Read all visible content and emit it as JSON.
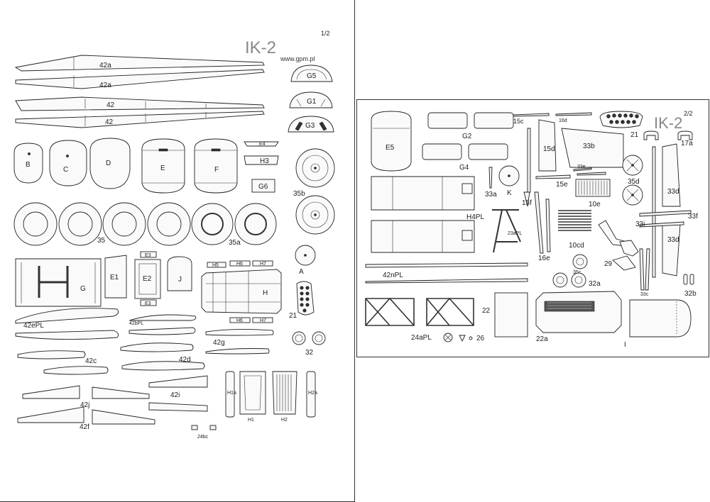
{
  "sheet1": {
    "title": "IK-2",
    "page": "1/2",
    "url": "www.gpm.pl",
    "labels": {
      "p42a_1": "42a",
      "p42a_2": "42a",
      "p42_1": "42",
      "p42_2": "42",
      "G5": "G5",
      "G1": "G1",
      "G3": "G3",
      "B": "B",
      "C": "C",
      "D": "D",
      "E": "E",
      "F": "F",
      "E4": "E4",
      "H3": "H3",
      "G6": "G6",
      "p35b": "35b",
      "p35": "35",
      "p35a": "35a",
      "G": "G",
      "E1": "E1",
      "E2": "E2",
      "E3a": "E3",
      "E3b": "E3",
      "J": "J",
      "H5": "H5",
      "H6a": "H6",
      "H7a": "H7",
      "H6b": "H6",
      "H7b": "H7",
      "H": "H",
      "A": "A",
      "p21": "21",
      "p32": "32",
      "p42ePL": "42ePL",
      "p42bPL": "42bPL",
      "p42g": "42g",
      "p42c": "42c",
      "p42d": "42d",
      "p42i": "42i",
      "p42j": "42j",
      "p42f": "42f",
      "H1a": "H1a",
      "H1": "H1",
      "H2": "H2",
      "H2a": "H2a",
      "p24bc": "24bc"
    }
  },
  "sheet2": {
    "title": "IK-2",
    "page": "2/2",
    "labels": {
      "E5": "E5",
      "G2": "G2",
      "G4": "G4",
      "p15c": "15c",
      "p16d": "16d",
      "p15d": "15d",
      "p33b": "33b",
      "p21": "21",
      "p17a": "17a",
      "p33a": "33a",
      "K": "K",
      "p15f": "15f",
      "p15e": "15e",
      "p33e": "33e",
      "p10e": "10e",
      "p35d": "35d",
      "p33d_1": "33d",
      "p33d_2": "33d",
      "p33f": "33f",
      "p33i": "33i",
      "H4PL": "H4PL",
      "p23aPL": "23aPL",
      "p16e": "16e",
      "p10cd": "10cd",
      "p29": "29",
      "p35c": "35c",
      "p32a": "32a",
      "p33c": "33c",
      "p32b": "32b",
      "p42nPL": "42nPL",
      "p22": "22",
      "p24aPL": "24aPL",
      "p26": "26",
      "p22a": "22a",
      "I": "I"
    }
  }
}
